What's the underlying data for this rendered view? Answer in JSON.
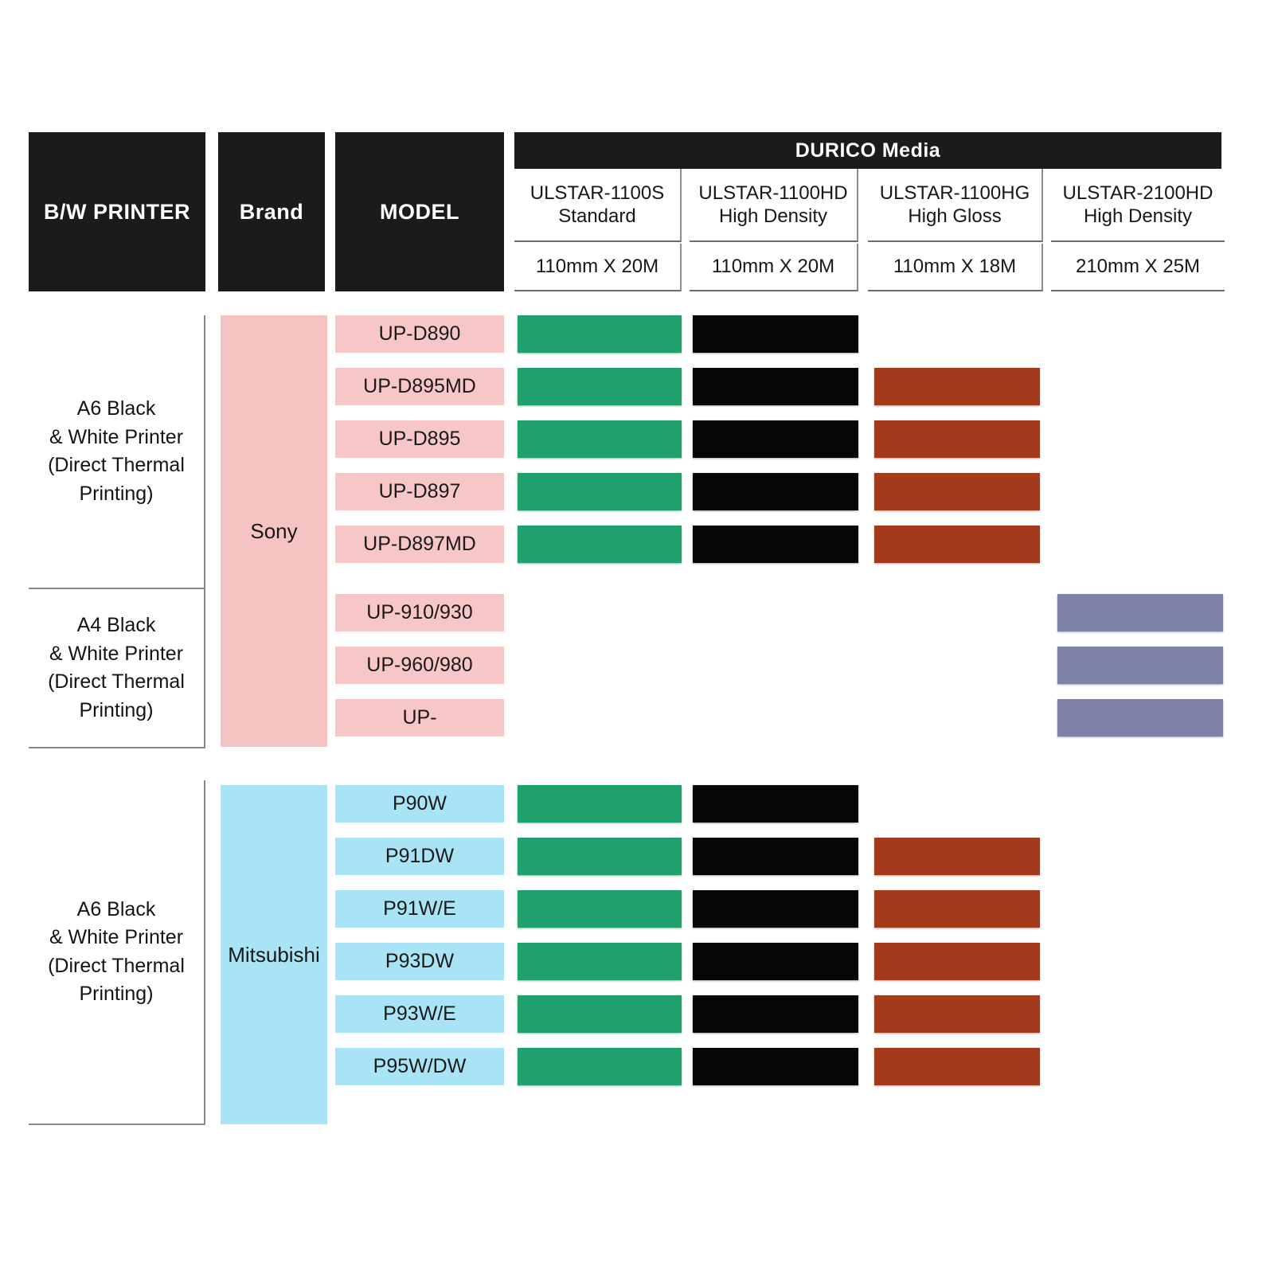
{
  "header": {
    "printer_col": "B/W PRINTER",
    "brand_col": "Brand",
    "model_col": "MODEL",
    "media_group": "DURICO Media",
    "media_columns": [
      {
        "code": "ULSTAR-1100S",
        "type": "Standard",
        "size": "110mm X 20M",
        "color": "#1fa06c"
      },
      {
        "code": "ULSTAR-1100HD",
        "type": "High Density",
        "size": "110mm X 20M",
        "color": "#060606"
      },
      {
        "code": "ULSTAR-1100HG",
        "type": "High Gloss",
        "size": "110mm X 18M",
        "color": "#a33a1c"
      },
      {
        "code": "ULSTAR-2100HD",
        "type": "High Density",
        "size": "210mm X 25M",
        "color": "#7c82a8"
      }
    ]
  },
  "colors": {
    "header_black": "#1b1b1b",
    "sony_pink": "#f6c3c3",
    "mitsubishi_blue": "#a8e4f5",
    "green": "#1fa06c",
    "black": "#060606",
    "brown": "#a33a1c",
    "slate": "#7c82a8"
  },
  "sections": [
    {
      "printer_type": "A6 Black\n& White Printer\n(Direct Thermal\nPrinting)",
      "brand": "Sony",
      "rows": [
        {
          "model": "UP-D890",
          "media": [
            true,
            true,
            false,
            false
          ]
        },
        {
          "model": "UP-D895MD",
          "media": [
            true,
            true,
            true,
            false
          ]
        },
        {
          "model": "UP-D895",
          "media": [
            true,
            true,
            true,
            false
          ]
        },
        {
          "model": "UP-D897",
          "media": [
            true,
            true,
            true,
            false
          ]
        },
        {
          "model": "UP-D897MD",
          "media": [
            true,
            true,
            true,
            false
          ]
        }
      ]
    },
    {
      "printer_type": "A4 Black\n& White Printer\n(Direct Thermal\nPrinting)",
      "brand": "Sony",
      "rows": [
        {
          "model": "UP-910/930",
          "media": [
            false,
            false,
            false,
            true
          ]
        },
        {
          "model": "UP-960/980",
          "media": [
            false,
            false,
            false,
            true
          ]
        },
        {
          "model": "UP-",
          "media": [
            false,
            false,
            false,
            true
          ]
        }
      ]
    },
    {
      "printer_type": "A6 Black\n& White Printer\n(Direct Thermal\nPrinting)",
      "brand": "Mitsubishi",
      "rows": [
        {
          "model": "P90W",
          "media": [
            true,
            true,
            false,
            false
          ]
        },
        {
          "model": "P91DW",
          "media": [
            true,
            true,
            true,
            false
          ]
        },
        {
          "model": "P91W/E",
          "media": [
            true,
            true,
            true,
            false
          ]
        },
        {
          "model": "P93DW",
          "media": [
            true,
            true,
            true,
            false
          ]
        },
        {
          "model": "P93W/E",
          "media": [
            true,
            true,
            true,
            false
          ]
        },
        {
          "model": "P95W/DW",
          "media": [
            true,
            true,
            true,
            false
          ]
        }
      ]
    }
  ]
}
